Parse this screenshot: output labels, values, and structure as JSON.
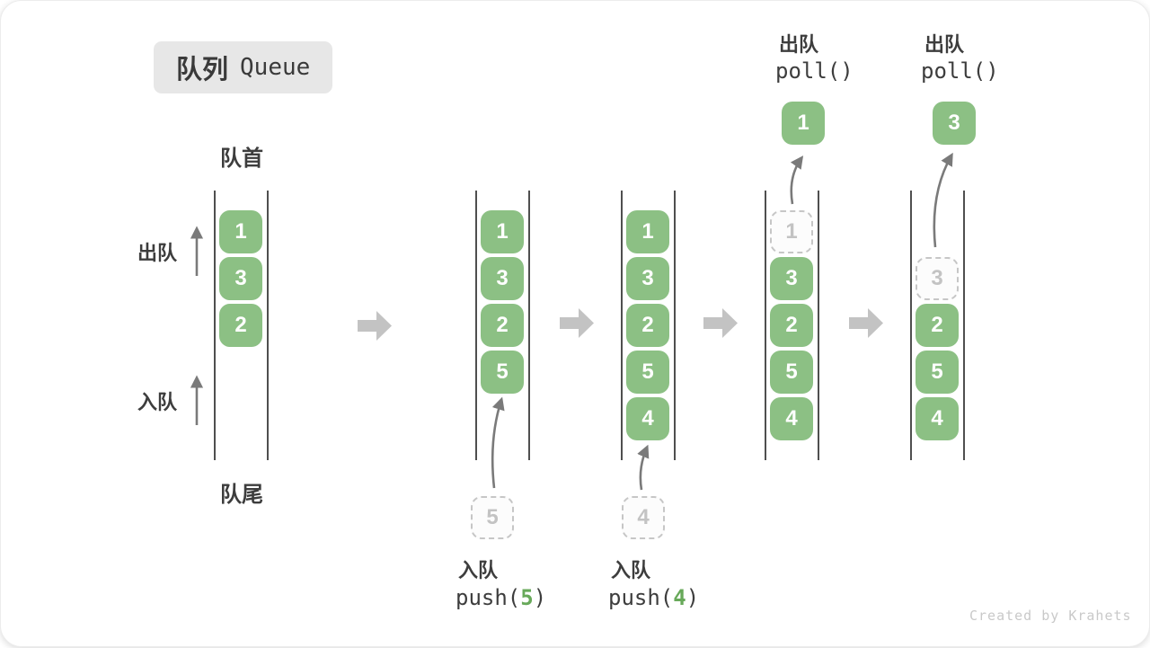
{
  "page": {
    "title_zh": "队列",
    "title_en": "Queue",
    "watermark": "Created by Krahets"
  },
  "side_labels": {
    "front": "队首",
    "rear": "队尾",
    "dequeue": "出队",
    "enqueue": "入队"
  },
  "colors": {
    "box_green": "#8cc084",
    "arg_green": "#68a95a",
    "channel_line": "#4f4f4f",
    "block_arrow_gray": "#c3c3c3",
    "curved_arrow_gray": "#7a7a7a",
    "ghost_gray": "#c6c6c6",
    "badge_bg": "#e7e7e7"
  },
  "operations": {
    "push5": {
      "label": "入队",
      "fn": "push(",
      "arg": "5",
      "close": ")"
    },
    "push4": {
      "label": "入队",
      "fn": "push(",
      "arg": "4",
      "close": ")"
    },
    "poll1": {
      "label": "出队",
      "fn": "poll()"
    },
    "poll2": {
      "label": "出队",
      "fn": "poll()"
    }
  },
  "states": [
    {
      "queue": [
        "1",
        "3",
        "2"
      ]
    },
    {
      "queue": [
        "1",
        "3",
        "2",
        "5"
      ],
      "incoming": "5"
    },
    {
      "queue": [
        "1",
        "3",
        "2",
        "5",
        "4"
      ],
      "incoming": "4"
    },
    {
      "queue": [
        "3",
        "2",
        "5",
        "4"
      ],
      "removed": "1",
      "output": "1"
    },
    {
      "queue": [
        "2",
        "5",
        "4"
      ],
      "removed": "3",
      "output": "3"
    }
  ]
}
